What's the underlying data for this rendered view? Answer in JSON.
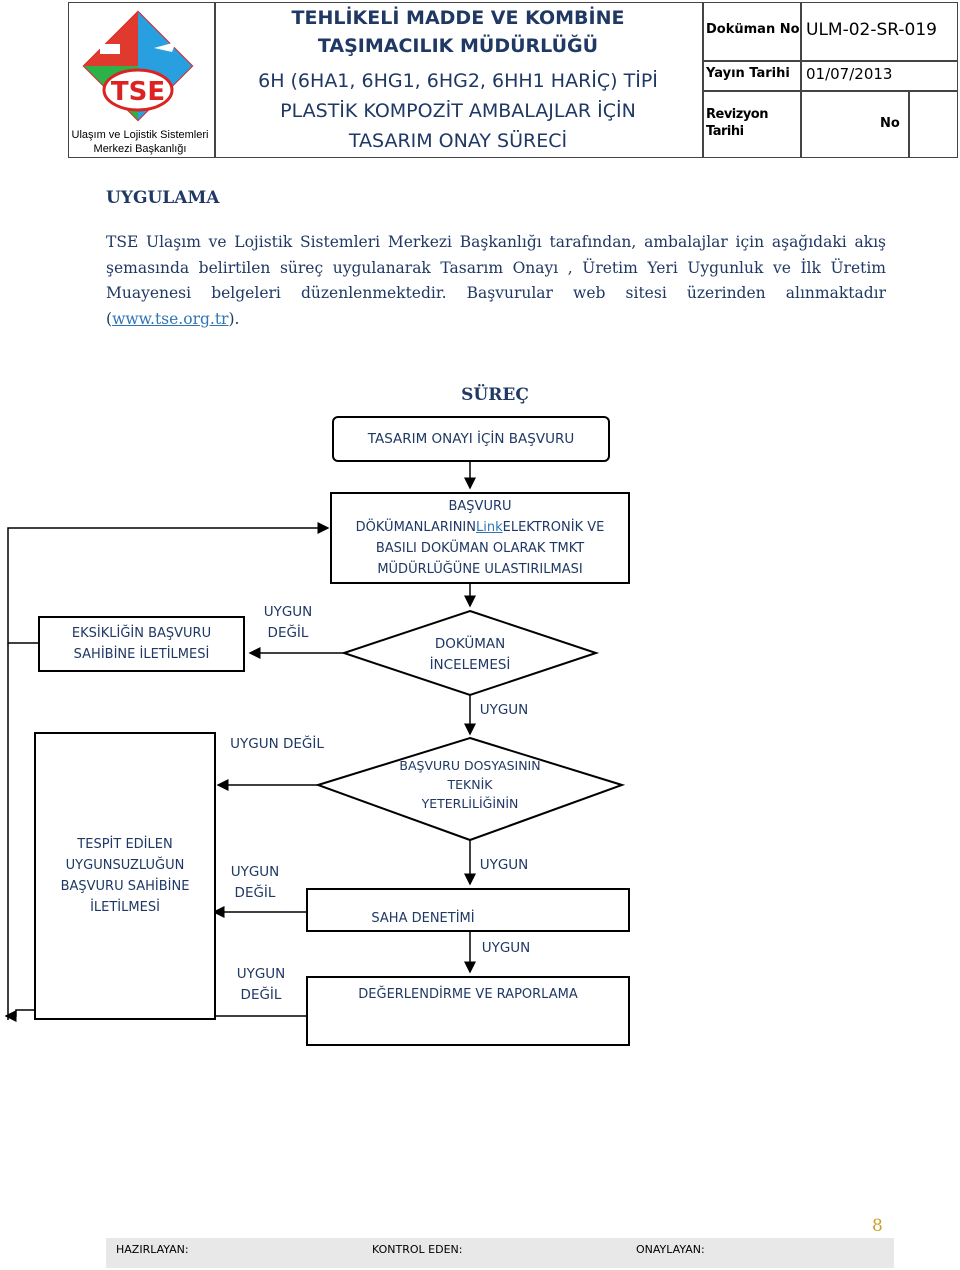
{
  "header": {
    "logo_caption_line1": "Ulaşım ve Lojistik Sistemleri",
    "logo_caption_line2": "Merkezi Başkanlığı",
    "logo_mark": "TSE",
    "department_line1": "TEHLİKELİ MADDE VE KOMBİNE",
    "department_line2": "TAŞIMACILIK MÜDÜRLÜĞÜ",
    "doc_title_line1": "6H (6HA1, 6HG1, 6HG2, 6HH1 HARİÇ) TİPİ",
    "doc_title_line2": "PLASTİK KOMPOZİT AMBALAJLAR İÇİN",
    "doc_title_line3": "TASARIM ONAY SÜRECİ",
    "doc_no_label": "Doküman No",
    "doc_no_value": "ULM-02-SR-019",
    "pub_date_label": "Yayın Tarihi",
    "pub_date_value": "01/07/2013",
    "rev_date_label_line1": "Revizyon",
    "rev_date_label_line2": "Tarihi",
    "rev_no_label": "No"
  },
  "body": {
    "section_title": "UYGULAMA",
    "paragraph_text": "TSE Ulaşım ve Lojistik Sistemleri Merkezi Başkanlığı tarafından, ambalajlar için aşağıdaki akış şemasında belirtilen süreç uygulanarak Tasarım Onayı , Üretim Yeri Uygunluk ve İlk Üretim Muayenesi belgeleri düzenlenmektedir. Başvurular web sitesi üzerinden alınmaktadır (",
    "paragraph_link": "www.tse.org.tr",
    "paragraph_end": ")."
  },
  "flowchart": {
    "heading": "SÜREÇ",
    "step_application": "TASARIM ONAYI İÇİN BAŞVURU",
    "step_submit_line1": "BAŞVURU",
    "step_submit_line2_a": "DÖKÜMANLARININ",
    "step_submit_link": "Link",
    "step_submit_line2_b": "ELEKTRONİK VE",
    "step_submit_line3": "BASILI DOKÜMAN OLARAK TMKT",
    "step_submit_line4": "MÜDÜRLÜĞÜNE ULASTIRILMASI",
    "decision_doc_line1": "DOKÜMAN",
    "decision_doc_line2": "İNCELEMESİ",
    "notify_missing_line1": "EKSİKLİĞİN BAŞVURU",
    "notify_missing_line2": "SAHİBİNE İLETİLMESİ",
    "label_not_ok_1_line1": "UYGUN",
    "label_not_ok_1_line2": "DEĞİL",
    "label_ok_1": "UYGUN",
    "label_not_ok_2": "UYGUN DEĞİL",
    "decision_tech_line1": "BAŞVURU DOSYASININ",
    "decision_tech_line2": "TEKNİK",
    "decision_tech_line3": "YETERLİLİĞİNİN",
    "notify_nonconf_line1": "TESPİT EDİLEN",
    "notify_nonconf_line2": "UYGUNSUZLUĞUN",
    "notify_nonconf_line3": "BAŞVURU SAHİBİNE",
    "notify_nonconf_line4": "İLETİLMESİ",
    "label_ok_2": "UYGUN",
    "label_not_ok_3_line1": "UYGUN",
    "label_not_ok_3_line2": "DEĞİL",
    "step_site_audit": "SAHA DENETİMİ",
    "label_ok_3": "UYGUN",
    "label_not_ok_4_line1": "UYGUN",
    "label_not_ok_4_line2": "DEĞİL",
    "step_evaluation": "DEĞERLENDİRME VE RAPORLAMA"
  },
  "footer": {
    "prepared_by": "HAZIRLAYAN:",
    "controlled_by": "KONTROL EDEN:",
    "approved_by": "ONAYLAYAN:",
    "page_number": "8"
  }
}
